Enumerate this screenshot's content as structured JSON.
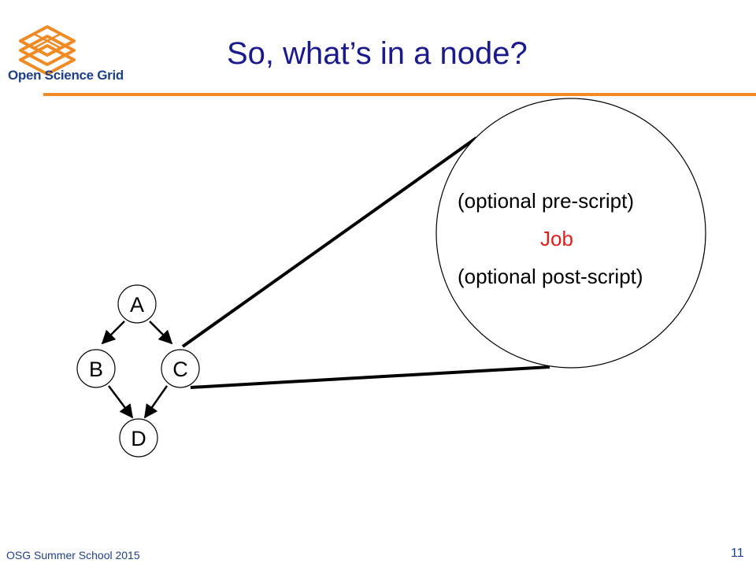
{
  "header": {
    "logo_text": "Open Science Grid",
    "title": "So, what’s in a node?"
  },
  "dag": {
    "nodes": [
      {
        "id": "A",
        "label": "A"
      },
      {
        "id": "B",
        "label": "B"
      },
      {
        "id": "C",
        "label": "C"
      },
      {
        "id": "D",
        "label": "D"
      }
    ]
  },
  "node_detail": {
    "pre_script": "(optional pre-script)",
    "job": "Job",
    "post_script": "(optional post-script)",
    "job_color": "#e0201b"
  },
  "footer": {
    "event": "OSG Summer School 2015",
    "page": "11"
  },
  "colors": {
    "title": "#1a1a8c",
    "accent": "#f08a24",
    "footer": "#1f3f8a"
  }
}
